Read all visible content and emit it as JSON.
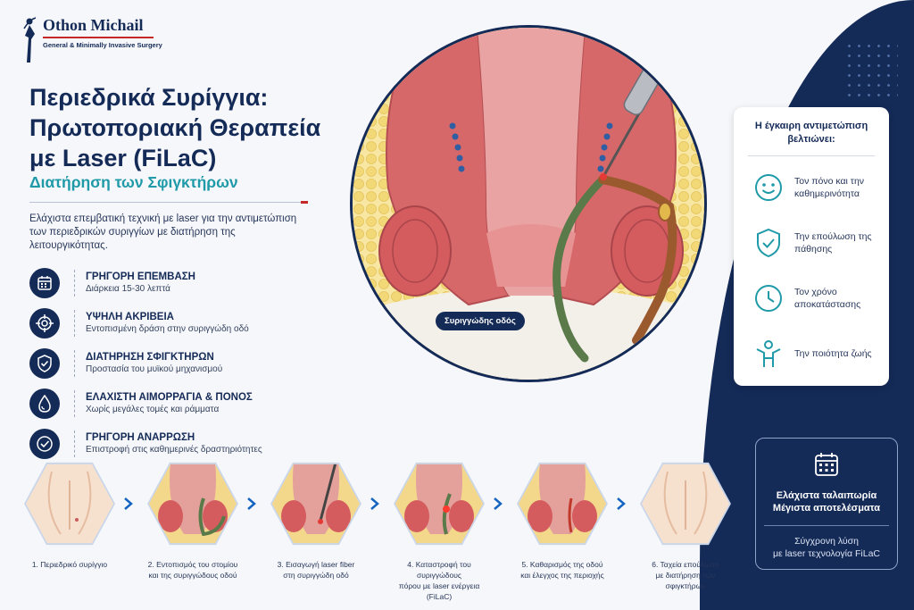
{
  "brand": {
    "name": "Othon Michail",
    "tagline": "General & Minimally Invasive Surgery"
  },
  "header": {
    "title_lines": [
      "Περιεδρικά Συρίγγια:",
      "Πρωτοποριακή Θεραπεία",
      "με Laser (FiLaC)"
    ],
    "subtitle": "Διατήρηση των Σφιγκτήρων",
    "intro": "Ελάχιστα επεμβατική τεχνική με laser για την αντιμετώπιση των περιεδρικών συριγγίων με διατήρηση της λειτουργικότητας."
  },
  "features": [
    {
      "icon": "calendar-icon",
      "title": "ΓΡΗΓΟΡΗ ΕΠΕΜΒΑΣΗ",
      "desc": "Διάρκεια 15-30 λεπτά"
    },
    {
      "icon": "target-icon",
      "title": "ΥΨΗΛΗ ΑΚΡΙΒΕΙΑ",
      "desc": "Εντοπισμένη δράση στην συριγγώδη οδό"
    },
    {
      "icon": "shield-check-icon",
      "title": "ΔΙΑΤΗΡΗΣΗ ΣΦΙΓΚΤΗΡΩΝ",
      "desc": "Προστασία του μυϊκού μηχανισμού"
    },
    {
      "icon": "drop-icon",
      "title": "ΕΛΑΧΙΣΤΗ ΑΙΜΟΡΡΑΓΙΑ & ΠΟΝΟΣ",
      "desc": "Χωρίς μεγάλες τομές και ράμματα"
    },
    {
      "icon": "check-circle-icon",
      "title": "ΓΡΗΓΟΡΗ ΑΝΑΡΡΩΣΗ",
      "desc": "Επιστροφή στις καθημερινές δραστηριότητες"
    }
  ],
  "hero": {
    "label": "Συριγγώδης οδός"
  },
  "benefits": {
    "title": "Η έγκαιρη αντιμετώπιση βελτιώνει:",
    "items": [
      {
        "icon": "smile-icon",
        "text": "Τον πόνο και την καθημερινότητα"
      },
      {
        "icon": "shield-check-icon",
        "text": "Την επούλωση της πάθησης"
      },
      {
        "icon": "clock-icon",
        "text": "Τον χρόνο αποκατάστασης"
      },
      {
        "icon": "person-icon",
        "text": "Την ποιότητα ζωής"
      }
    ]
  },
  "card": {
    "icon": "calendar-icon",
    "title_lines": [
      "Ελάχιστα ταλαιπωρία",
      "Μέγιστα αποτελέσματα"
    ],
    "sub_lines": [
      "Σύγχρονη λύση",
      "με laser τεχνολογία FiLaC"
    ]
  },
  "steps": [
    {
      "lines": [
        "1. Περιεδρικό συρίγγιο"
      ]
    },
    {
      "lines": [
        "2. Εντοπισμός του στομίου",
        "και της συριγγώδους οδού"
      ]
    },
    {
      "lines": [
        "3. Εισαγωγή laser fiber",
        "στη συριγγώδη οδό"
      ]
    },
    {
      "lines": [
        "4. Καταστροφή του συριγγώδους",
        "πόρου με laser ενέργεια (FiLaC)"
      ]
    },
    {
      "lines": [
        "5. Καθαρισμός της οδού",
        "και έλεγχος της περιοχής"
      ]
    },
    {
      "lines": [
        "6. Ταχεία επούλωση",
        "με διατήρηση των",
        "σφιγκτήρων"
      ]
    }
  ],
  "colors": {
    "navy": "#142a57",
    "teal": "#1f9aa8",
    "accent_red": "#c62828",
    "tissue": "#d9706f",
    "fat": "#f3e08a"
  }
}
